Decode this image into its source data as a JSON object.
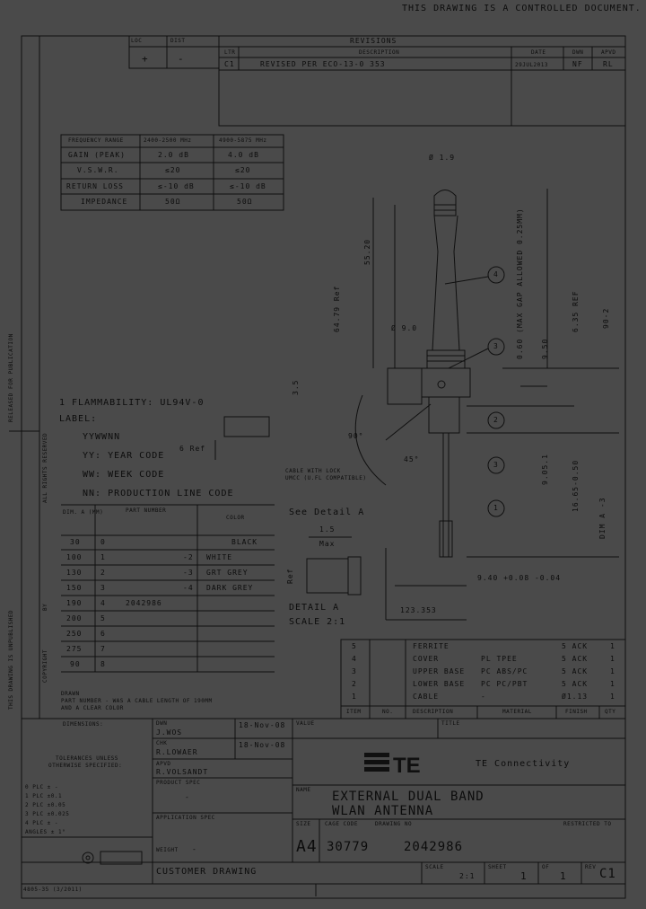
{
  "header": {
    "control_note": "THIS DRAWING IS A CONTROLLED DOCUMENT."
  },
  "loc_dist": {
    "loc_label": "LOC",
    "dist_label": "DIST",
    "loc_value": "+",
    "dist_value": "-"
  },
  "revisions": {
    "title": "REVISIONS",
    "col_ltr": "LTR",
    "col_desc": "DESCRIPTION",
    "col_date": "DATE",
    "col_dwn": "DWN",
    "col_apvd": "APVD",
    "rows": [
      {
        "ltr": "C1",
        "desc": "REVISED PER ECO-13-0 353",
        "date": "29JUL2013",
        "dwn": "NF",
        "apvd": "RL"
      }
    ]
  },
  "spec_table": {
    "headers": [
      "FREQUENCY RANGE",
      "2400-2500 MHz",
      "4900-5875 MHz"
    ],
    "rows": [
      [
        "GAIN (PEAK)",
        "2.0 dB",
        "4.0 dB"
      ],
      [
        "V.S.W.R.",
        "≤20",
        "≤20"
      ],
      [
        "RETURN LOSS",
        "≤-10 dB",
        "≤-10 dB"
      ],
      [
        "IMPEDANCE",
        "50Ω",
        "50Ω"
      ]
    ]
  },
  "notes": {
    "n1": "1  FLAMMABILITY: UL94V-0",
    "n2": "LABEL:",
    "yyww": "YYWWNN",
    "yy": "YY: YEAR CODE",
    "ww": "WW: WEEK CODE",
    "nn": "NN: PRODUCTION LINE CODE",
    "ref": "6 Ref"
  },
  "part_table": {
    "h_dim": "DIM. A (MM)",
    "h_pn": "PART NUMBER",
    "h_color": "COLOR",
    "rows": [
      {
        "dim": "30",
        "pn": "0",
        "suf": "",
        "color": "BLACK"
      },
      {
        "dim": "100",
        "pn": "1",
        "suf": "-2",
        "color": "WHITE"
      },
      {
        "dim": "130",
        "pn": "2",
        "suf": "-3",
        "color": "GRT GREY"
      },
      {
        "dim": "150",
        "pn": "3",
        "suf": "-4",
        "color": "DARK GREY"
      },
      {
        "dim": "190",
        "pn": "4",
        "suf": "2042986",
        "color": ""
      },
      {
        "dim": "200",
        "pn": "5",
        "suf": "",
        "color": ""
      },
      {
        "dim": "250",
        "pn": "6",
        "suf": "",
        "color": ""
      },
      {
        "dim": "275",
        "pn": "7",
        "suf": "",
        "color": ""
      },
      {
        "dim": "90",
        "pn": "8",
        "suf": "",
        "color": ""
      }
    ],
    "foot1": "DRAWN",
    "foot2": "PART NUMBER - WAS A CABLE LENGTH OF 190MM",
    "foot3": "AND A CLEAR COLOR"
  },
  "dims": {
    "d1": "Ø 1.9",
    "d2": "55.20",
    "d3": "64.79 Ref",
    "d4": "Ø 9.0",
    "d5": "0.60 (MAX GAP ALLOWED 0.25MM)",
    "d6": "9.50",
    "d7": "6.35 REF",
    "d8": "90-2",
    "d9": "9.05.1",
    "d10": "16.65-0.50",
    "d11": "DIM A -3",
    "d12": "90°",
    "d13": "45°",
    "d14": "3.5",
    "d15": "9.40 +0.08 -0.04",
    "d16": "123.353",
    "d17": "1.5",
    "d18": "Max",
    "d19": "Ref",
    "see_detail": "See Detail A",
    "detail_label": "DETAIL A",
    "detail_scale": "SCALE 2:1",
    "cable_note1": "CABLE WITH LOCK",
    "cable_note2": "UMCC (U.FL COMPATIBLE)"
  },
  "balloons": [
    "4",
    "3",
    "2",
    "3",
    "1"
  ],
  "bom": {
    "rows": [
      {
        "item": "5",
        "desc": "FERRITE",
        "mat": "",
        "fin": "5 ACK",
        "qty": "1"
      },
      {
        "item": "4",
        "desc": "COVER",
        "mat": "PL TPEE",
        "fin": "5 ACK",
        "qty": "1"
      },
      {
        "item": "3",
        "desc": "UPPER BASE",
        "mat": "PC ABS/PC",
        "fin": "5 ACK",
        "qty": "1"
      },
      {
        "item": "2",
        "desc": "LOWER BASE",
        "mat": "PC PC/PBT",
        "fin": "5 ACK",
        "qty": "1"
      },
      {
        "item": "1",
        "desc": "CABLE",
        "mat": "-",
        "fin": "Ø1.13",
        "qty": "1"
      }
    ],
    "h_item": "ITEM",
    "h_no": "NO.",
    "h_desc": "DESCRIPTION",
    "h_mat": "MATERIAL",
    "h_fin": "FINISH",
    "h_qty": "QTY"
  },
  "title_block": {
    "dimensions": "DIMENSIONS:",
    "tolerance1": "TOLERANCES UNLESS",
    "tolerance2": "OTHERWISE SPECIFIED:",
    "tol_rows": [
      "0 PLC ± -",
      "1 PLC ±0.1",
      "2 PLC ±0.05",
      "3 PLC ±0.025",
      "4 PLC ± -",
      "ANGLES ± 1°"
    ],
    "dwn_label": "DWN",
    "dwn_name": "J.WOS",
    "dwn_date": "18-Nov-08",
    "chk_label": "CHK",
    "chk_name": "R.LOWAER",
    "chk_date": "18-Nov-08",
    "appd_label": "APVD",
    "appd_name": "R.VOLSANDT",
    "product_spec": "PRODUCT SPEC",
    "product_spec_val": "-",
    "app_spec": "APPLICATION SPEC",
    "weight": "WEIGHT",
    "weight_val": "-",
    "value_label": "VALUE",
    "title_label": "TITLE",
    "company": "TE Connectivity",
    "name_label": "NAME",
    "name1": "EXTERNAL DUAL BAND",
    "name2": "WLAN ANTENNA",
    "size_label": "SIZE",
    "size_val": "A4",
    "cage_label": "CAGE CODE",
    "cage_val": "30779",
    "dwg_label": "DRAWING NO",
    "dwg_val": "2042986",
    "restricted": "RESTRICTED TO",
    "customer": "CUSTOMER DRAWING",
    "scale_label": "SCALE",
    "scale_val": "2:1",
    "sheet_label": "SHEET",
    "sheet_val": "1",
    "of_label": "OF",
    "of_val": "1",
    "rev_label": "REV",
    "rev_val": "C1",
    "form_no": "4805-35 (3/2011)"
  },
  "side": {
    "left1": "RELEASED FOR PUBLICATION",
    "left2": "ALL RIGHTS RESERVED",
    "left3": "THIS DRAWING IS UNPUBLISHED",
    "left4": "COPYRIGHT",
    "left5": "BY"
  }
}
